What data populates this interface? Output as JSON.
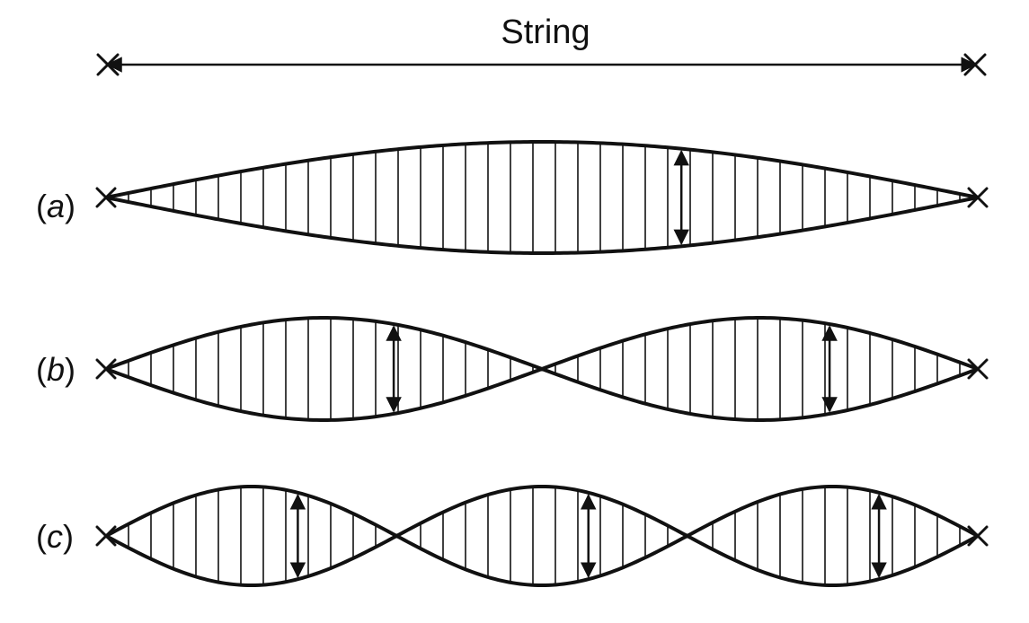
{
  "diagram": {
    "title": "String",
    "modes": [
      {
        "prefix": "(",
        "letter": "a",
        "suffix": ")",
        "loops": 1
      },
      {
        "prefix": "(",
        "letter": "b",
        "suffix": ")",
        "loops": 2
      },
      {
        "prefix": "(",
        "letter": "c",
        "suffix": ")",
        "loops": 3
      }
    ]
  }
}
